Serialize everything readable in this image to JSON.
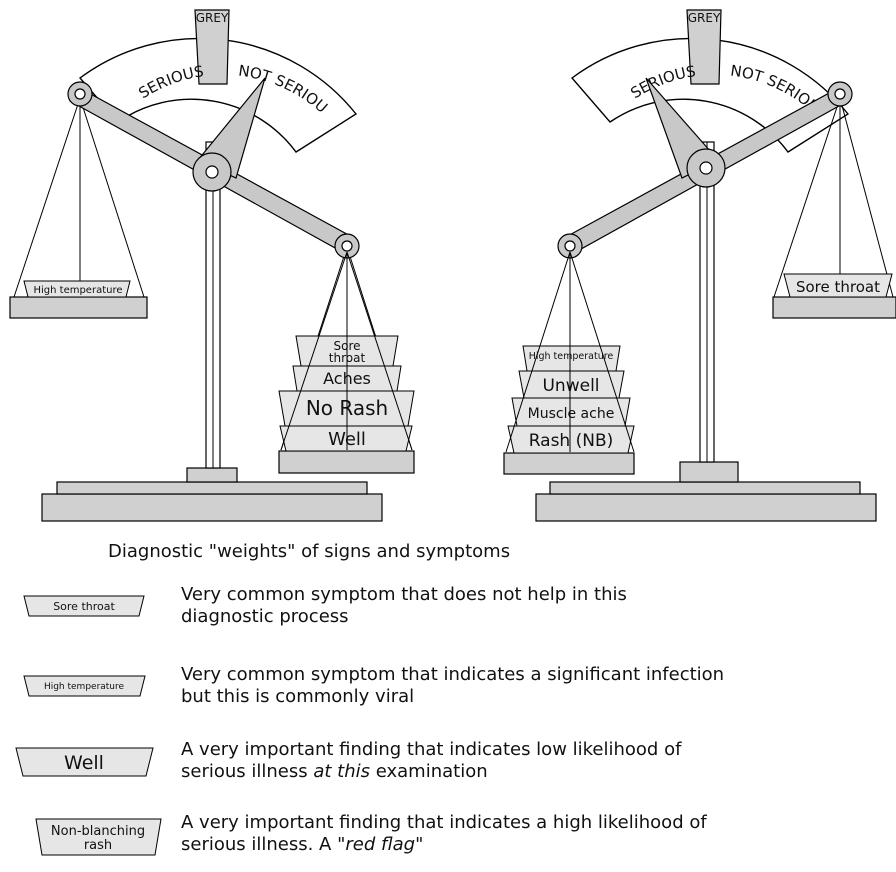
{
  "dial": {
    "serious": "SERIOUS",
    "grey": "GREY",
    "not_serious": "NOT SERIOUS"
  },
  "left_scale": {
    "left_pan": [
      "High temperature"
    ],
    "right_pan": [
      "Sore throat",
      "Aches",
      "No Rash",
      "Well"
    ]
  },
  "right_scale": {
    "left_pan": [
      "High temperature",
      "Unwell",
      "Muscle ache",
      "Rash (NB)"
    ],
    "right_pan": [
      "Sore throat"
    ]
  },
  "legend": {
    "title": "Diagnostic \"weights\" of signs and symptoms",
    "items": [
      {
        "icon_label": "Sore throat",
        "line1": "Very common symptom that does not help in this",
        "line2": "diagnostic process"
      },
      {
        "icon_label": "High temperature",
        "line1": "Very common symptom that indicates a significant infection",
        "line2": "but this is commonly viral"
      },
      {
        "icon_label": "Well",
        "line1": "A very important finding that indicates low likelihood of",
        "line2_a": "serious illness ",
        "line2_b": "at this",
        "line2_c": " examination"
      },
      {
        "icon_label_a": "Non-blanching",
        "icon_label_b": "rash",
        "line1": "A very important finding that indicates a high likelihood of",
        "line2_a": "serious illness. A \"",
        "line2_b": "red flag",
        "line2_c": "\""
      }
    ]
  }
}
